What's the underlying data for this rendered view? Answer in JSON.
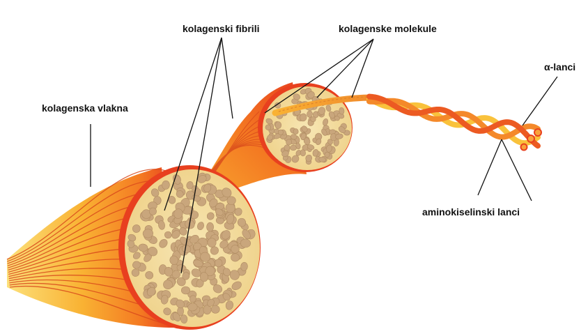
{
  "labels": {
    "fibers": "kolagenska vlakna",
    "fibrils": "kolagenski fibrili",
    "molecules": "kolagenske molekule",
    "alpha_chains": "α-lanci",
    "amino_chains": "aminokiselinski lanci"
  },
  "colors": {
    "fiber_dark": "#e8401f",
    "fiber_mid": "#f47a22",
    "fiber_light": "#f9b233",
    "fiber_pale": "#fce07a",
    "cross_section": "#f4dc9c",
    "fibril_dot": "#c9a67c",
    "leader_line": "#111111"
  }
}
